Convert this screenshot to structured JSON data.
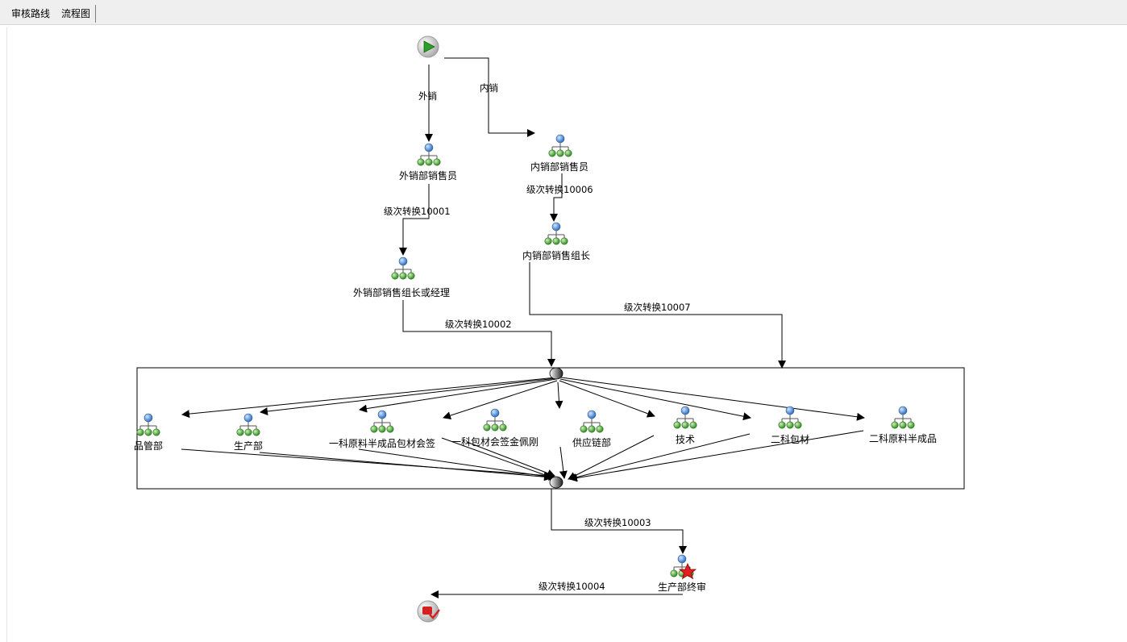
{
  "tabs": [
    {
      "label": "审核路线"
    },
    {
      "label": "流程图"
    }
  ],
  "nodes": {
    "waixiao_sales": "外销部销售员",
    "neixiao_sales": "内销部销售员",
    "waixiao_leader": "外销部销售组长或经理",
    "neixiao_leader": "内销部销售组长",
    "pinguan": "品管部",
    "shengchan": "生产部",
    "yike_yuanliao": "一科原料半成品包材会签",
    "yike_baocai": "一科包材会签金佩刚",
    "gongyinglian": "供应链部",
    "jishu": "技术",
    "erke_baocai": "二科包材",
    "erke_yuanliao": "二科原料半成品",
    "final": "生产部终审"
  },
  "edges": {
    "waixiao": "外销",
    "neixiao": "内销",
    "t10001": "级次转换10001",
    "t10006": "级次转换10006",
    "t10002": "级次转换10002",
    "t10007": "级次转换10007",
    "t10003": "级次转换10003",
    "t10004": "级次转换10004"
  },
  "icons": {
    "start": "start-play-icon",
    "end": "end-stop-icon",
    "role": "org-role-icon",
    "final_marker": "star-icon"
  },
  "colors": {
    "role_head": "#3a7fd0",
    "role_body": "#4caf3a",
    "start_green": "#2aa02a",
    "end_red": "#d42020",
    "star": "#e02020"
  }
}
